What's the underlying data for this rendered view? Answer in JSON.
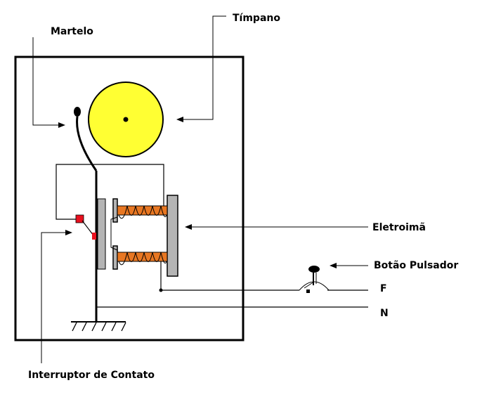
{
  "labels": {
    "martelo": "Martelo",
    "timpano": "Tímpano",
    "eletroima": "Eletroimã",
    "botao_pulsador": "Botão Pulsador",
    "fase": "F",
    "neutro": "N",
    "interruptor": "Interruptor de Contato"
  },
  "colors": {
    "line": "#000000",
    "bell": "#ffff33",
    "coil": "#e87722",
    "contact": "#e8101e",
    "armature": "#b4b4b4",
    "background": "#ffffff"
  }
}
